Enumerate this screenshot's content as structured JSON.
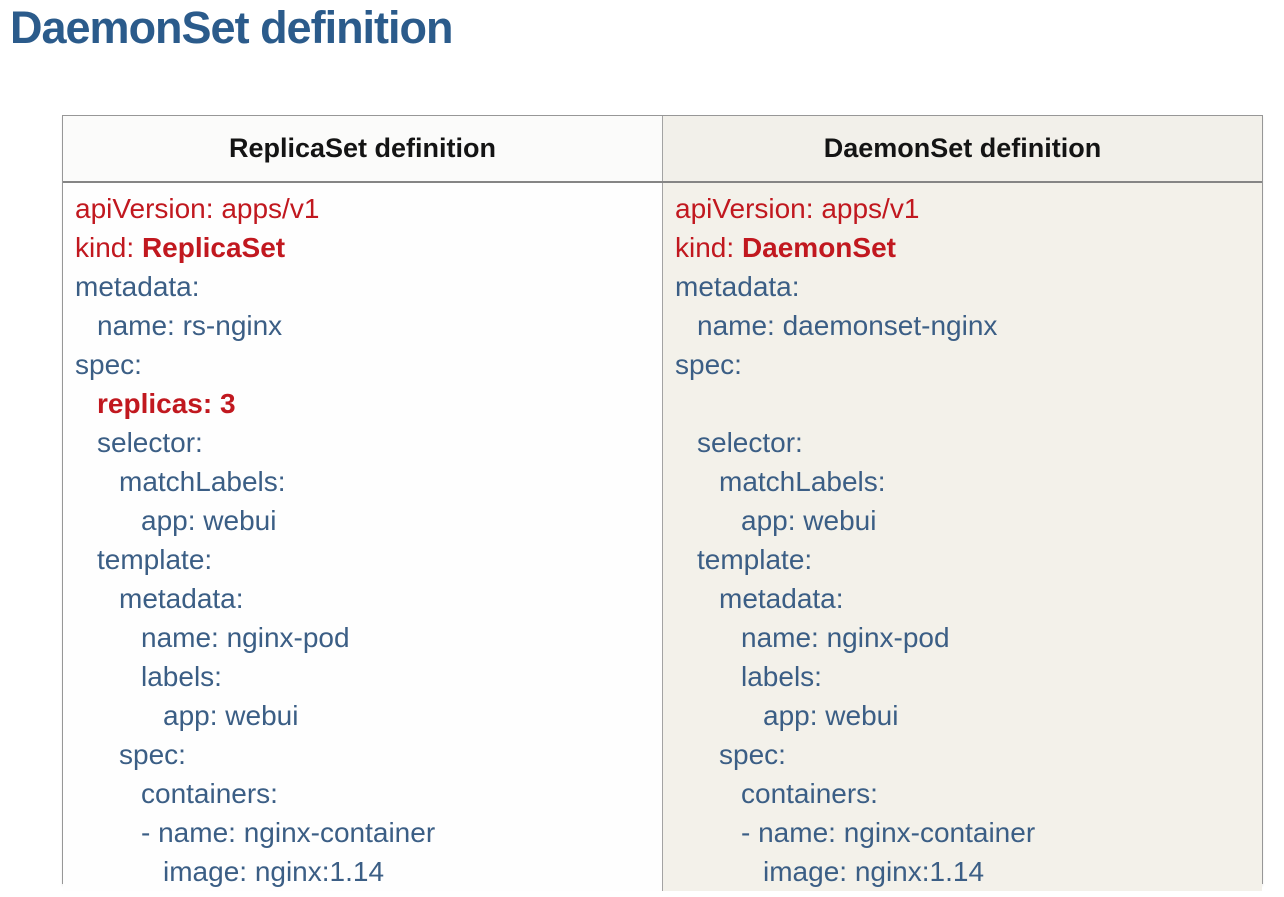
{
  "page": {
    "title": "DaemonSet definition"
  },
  "colors": {
    "title_blue": "#2b5b8b",
    "yaml_key_blue": "#3b5e85",
    "yaml_highlight_red": "#c1181f",
    "right_column_beige": "#f3f1ea"
  },
  "table": {
    "columns": [
      {
        "header": "ReplicaSet definition",
        "lines": [
          {
            "indent": 0,
            "segments": [
              {
                "text": "apiVersion: apps/v1",
                "style": "red"
              }
            ]
          },
          {
            "indent": 0,
            "segments": [
              {
                "text": "kind: ",
                "style": "red"
              },
              {
                "text": "ReplicaSet",
                "style": "red-bold"
              }
            ]
          },
          {
            "indent": 0,
            "segments": [
              {
                "text": "metadata:",
                "style": "blue"
              }
            ]
          },
          {
            "indent": 1,
            "segments": [
              {
                "text": "name: rs-nginx",
                "style": "blue"
              }
            ]
          },
          {
            "indent": 0,
            "segments": [
              {
                "text": "spec:",
                "style": "blue"
              }
            ]
          },
          {
            "indent": 1,
            "segments": [
              {
                "text": "replicas: 3",
                "style": "red-bold"
              }
            ]
          },
          {
            "indent": 1,
            "segments": [
              {
                "text": "selector:",
                "style": "blue"
              }
            ]
          },
          {
            "indent": 2,
            "segments": [
              {
                "text": "matchLabels:",
                "style": "blue"
              }
            ]
          },
          {
            "indent": 3,
            "segments": [
              {
                "text": "app: webui",
                "style": "blue"
              }
            ]
          },
          {
            "indent": 1,
            "segments": [
              {
                "text": "template:",
                "style": "blue"
              }
            ]
          },
          {
            "indent": 2,
            "segments": [
              {
                "text": "metadata:",
                "style": "blue"
              }
            ]
          },
          {
            "indent": 3,
            "segments": [
              {
                "text": "name: nginx-pod",
                "style": "blue"
              }
            ]
          },
          {
            "indent": 3,
            "segments": [
              {
                "text": "labels:",
                "style": "blue"
              }
            ]
          },
          {
            "indent": 4,
            "segments": [
              {
                "text": "app: webui",
                "style": "blue"
              }
            ]
          },
          {
            "indent": 2,
            "segments": [
              {
                "text": "spec:",
                "style": "blue"
              }
            ]
          },
          {
            "indent": 3,
            "segments": [
              {
                "text": "containers:",
                "style": "blue"
              }
            ]
          },
          {
            "indent": 3,
            "segments": [
              {
                "text": "- name: nginx-container",
                "style": "blue"
              }
            ]
          },
          {
            "indent": 4,
            "segments": [
              {
                "text": "image: nginx:1.14",
                "style": "blue"
              }
            ]
          }
        ]
      },
      {
        "header": "DaemonSet definition",
        "lines": [
          {
            "indent": 0,
            "segments": [
              {
                "text": "apiVersion: apps/v1",
                "style": "red"
              }
            ]
          },
          {
            "indent": 0,
            "segments": [
              {
                "text": "kind: ",
                "style": "red"
              },
              {
                "text": "DaemonSet",
                "style": "red-bold"
              }
            ]
          },
          {
            "indent": 0,
            "segments": [
              {
                "text": "metadata:",
                "style": "blue"
              }
            ]
          },
          {
            "indent": 1,
            "segments": [
              {
                "text": "name: daemonset-nginx",
                "style": "blue"
              }
            ]
          },
          {
            "indent": 0,
            "segments": [
              {
                "text": "spec:",
                "style": "blue"
              }
            ]
          },
          {
            "indent": 0,
            "segments": []
          },
          {
            "indent": 1,
            "segments": [
              {
                "text": "selector:",
                "style": "blue"
              }
            ]
          },
          {
            "indent": 2,
            "segments": [
              {
                "text": "matchLabels:",
                "style": "blue"
              }
            ]
          },
          {
            "indent": 3,
            "segments": [
              {
                "text": "app: webui",
                "style": "blue"
              }
            ]
          },
          {
            "indent": 1,
            "segments": [
              {
                "text": "template:",
                "style": "blue"
              }
            ]
          },
          {
            "indent": 2,
            "segments": [
              {
                "text": "metadata:",
                "style": "blue"
              }
            ]
          },
          {
            "indent": 3,
            "segments": [
              {
                "text": "name: nginx-pod",
                "style": "blue"
              }
            ]
          },
          {
            "indent": 3,
            "segments": [
              {
                "text": "labels:",
                "style": "blue"
              }
            ]
          },
          {
            "indent": 4,
            "segments": [
              {
                "text": "app: webui",
                "style": "blue"
              }
            ]
          },
          {
            "indent": 2,
            "segments": [
              {
                "text": "spec:",
                "style": "blue"
              }
            ]
          },
          {
            "indent": 3,
            "segments": [
              {
                "text": "containers:",
                "style": "blue"
              }
            ]
          },
          {
            "indent": 3,
            "segments": [
              {
                "text": "- name: nginx-container",
                "style": "blue"
              }
            ]
          },
          {
            "indent": 4,
            "segments": [
              {
                "text": "image: nginx:1.14",
                "style": "blue"
              }
            ]
          }
        ]
      }
    ]
  }
}
